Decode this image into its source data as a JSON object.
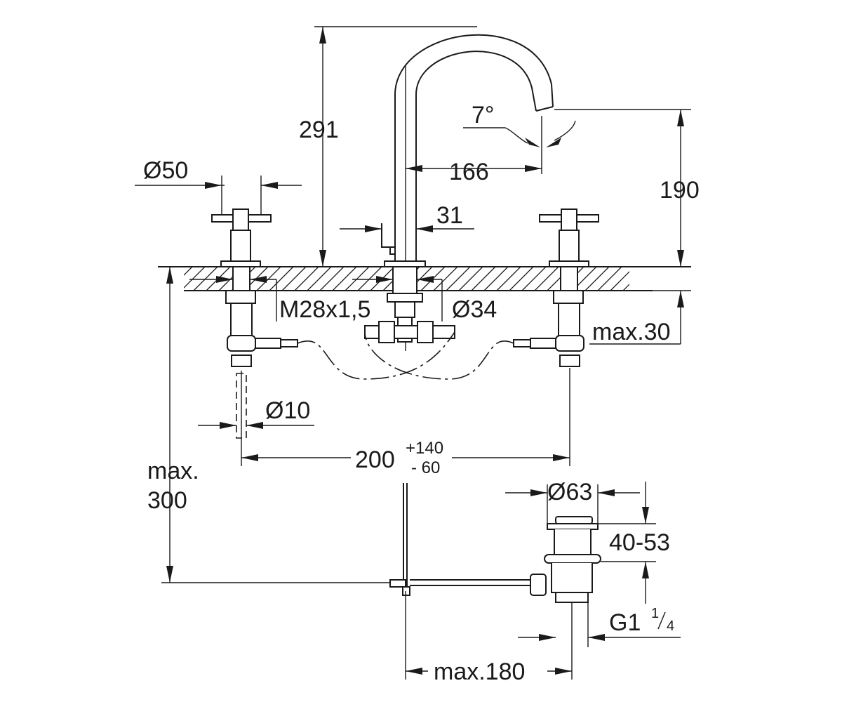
{
  "drawing": {
    "dimensions": {
      "spout_height": "291",
      "spout_angle": "7°",
      "spout_reach": "166",
      "outlet_height": "190",
      "handle_diameter": "Ø50",
      "spout_base_offset": "31",
      "thread": "M28x1,5",
      "hole_diameter": "Ø34",
      "deck_thickness": "max.30",
      "supply_diameter": "Ø10",
      "handle_spacing": "200",
      "handle_spacing_plus": "+140",
      "handle_spacing_minus": "- 60",
      "max_depth_line1": "max.",
      "max_depth_line2": "300",
      "drain_diameter": "Ø63",
      "drain_height": "40-53",
      "drain_thread_main": "G1",
      "drain_thread_num": "1",
      "drain_thread_den": "4",
      "drain_reach": "max.180"
    }
  }
}
